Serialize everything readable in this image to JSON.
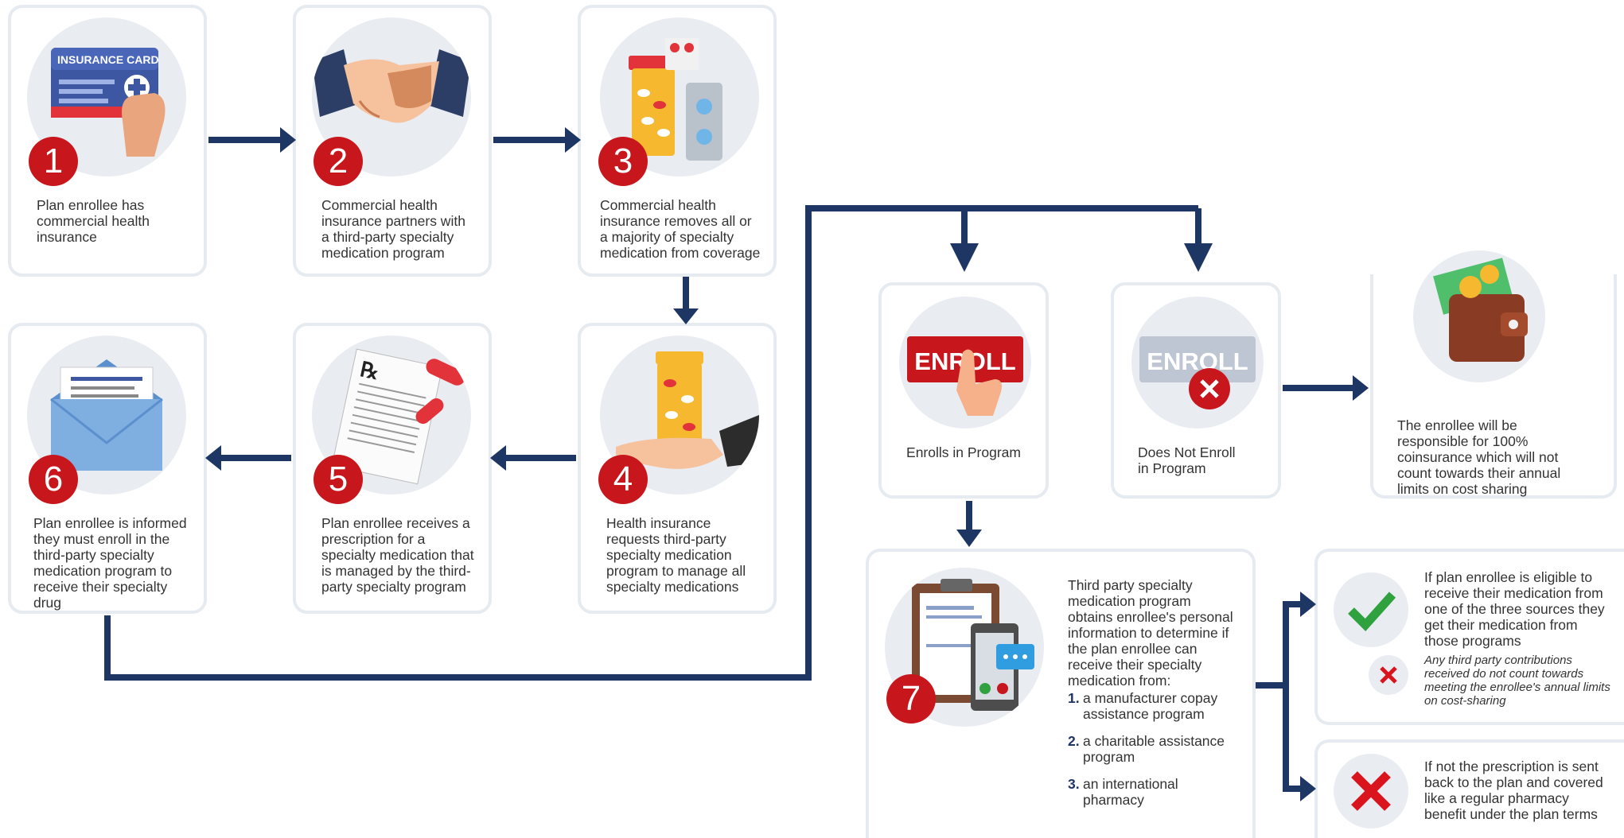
{
  "steps": [
    {
      "number": "1",
      "text": "Plan enrollee has commercial health insurance",
      "card_label": "INSURANCE CARD"
    },
    {
      "number": "2",
      "text": "Commercial health insurance partners with a third-party specialty medication program"
    },
    {
      "number": "3",
      "text": "Commercial health insurance removes all or a majority of specialty medication from coverage"
    },
    {
      "number": "4",
      "text": "Health insurance requests third-party specialty medication program to manage all specialty medications"
    },
    {
      "number": "5",
      "text": "Plan enrollee receives a prescription for a specialty medication that is managed by the third-party specialty program",
      "rx": "℞"
    },
    {
      "number": "6",
      "text": "Plan enrollee is informed they must enroll in the third-party specialty medication program to receive their specialty drug"
    }
  ],
  "enroll_button_label": "ENROLL",
  "enrolls": {
    "text": "Enrolls in Program"
  },
  "not_enroll": {
    "text": "Does Not Enroll in Program"
  },
  "coinsurance": {
    "text": "The enrollee will be responsible for 100% coinsurance which will not count towards their annual limits on cost sharing"
  },
  "step7": {
    "number": "7",
    "intro": "Third party specialty medication program obtains enrollee's personal information to determine if the plan enrollee can receive their specialty medication from:",
    "sources": [
      {
        "num": "1.",
        "text": "a manufacturer copay assistance program"
      },
      {
        "num": "2.",
        "text": "a charitable assistance program"
      },
      {
        "num": "3.",
        "text": "an international pharmacy"
      }
    ]
  },
  "eligible": {
    "text": "If plan enrollee is eligible to receive their medication from one of the three sources they get their medication from those programs",
    "note": "Any third party contributions received do not count towards meeting the enrollee's annual limits on cost-sharing"
  },
  "not_eligible": {
    "text": "If not the prescription is sent back to the plan and covered like a regular pharmacy benefit under the plan terms"
  },
  "colors": {
    "arrow": "#1d3664",
    "badge": "#c8161d",
    "card_border": "#e6ebf1",
    "circle": "#e9edf2",
    "check": "#2fa23f",
    "cross": "#d9141c"
  }
}
